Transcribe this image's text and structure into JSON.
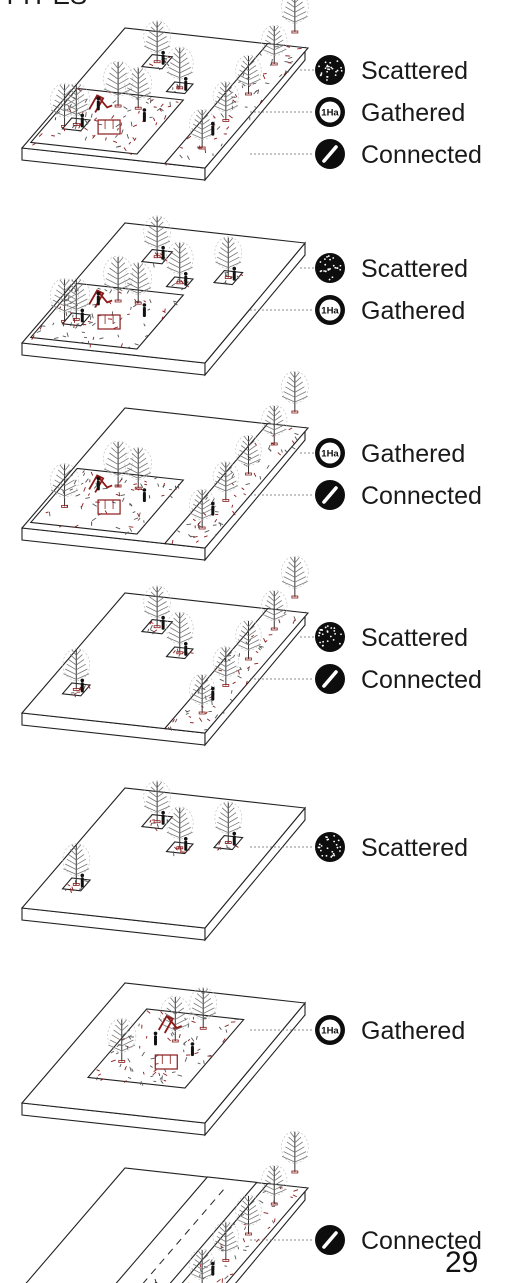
{
  "heading": "TYPES",
  "page_number": "29",
  "icons": {
    "Scattered": "dotted-black-circle-icon",
    "Gathered": "1ha-ring-icon",
    "Connected": "slash-black-circle-icon"
  },
  "gathered_icon_text": "1Ha",
  "accent_color": "#8b1a1a",
  "rows": [
    {
      "id": "row-1",
      "features": [
        "scattered-plots",
        "gathered-square",
        "connected-strip"
      ],
      "labels": [
        "Scattered",
        "Gathered",
        "Connected"
      ]
    },
    {
      "id": "row-2",
      "features": [
        "scattered-plots",
        "gathered-square"
      ],
      "labels": [
        "Scattered",
        "Gathered"
      ]
    },
    {
      "id": "row-3",
      "features": [
        "gathered-square",
        "connected-strip"
      ],
      "labels": [
        "Gathered",
        "Connected"
      ]
    },
    {
      "id": "row-4",
      "features": [
        "scattered-plots",
        "connected-strip"
      ],
      "labels": [
        "Scattered",
        "Connected"
      ]
    },
    {
      "id": "row-5",
      "features": [
        "scattered-plots"
      ],
      "labels": [
        "Scattered"
      ]
    },
    {
      "id": "row-6",
      "features": [
        "gathered-square"
      ],
      "labels": [
        "Gathered"
      ]
    },
    {
      "id": "row-7",
      "features": [
        "road",
        "connected-strip"
      ],
      "labels": [
        "Connected"
      ]
    }
  ]
}
